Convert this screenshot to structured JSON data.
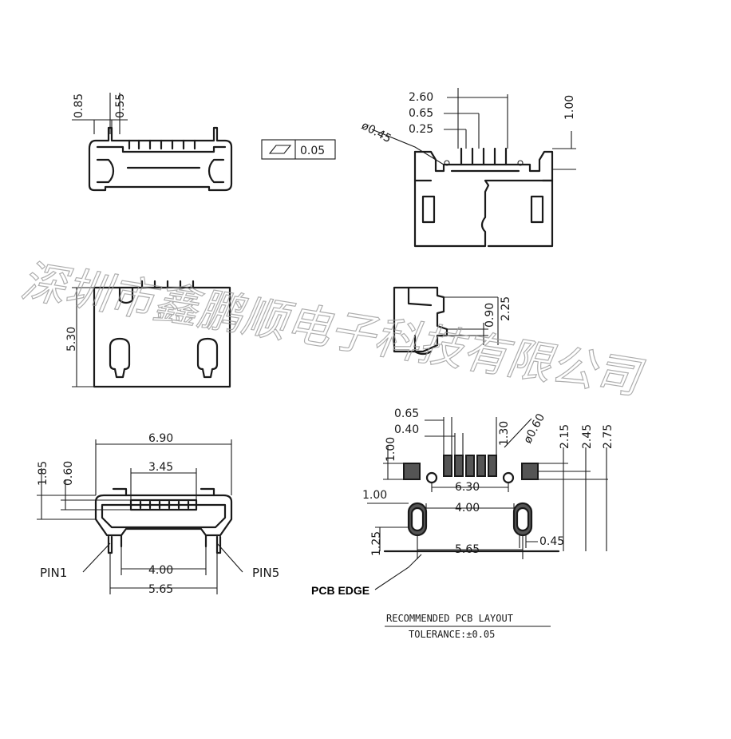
{
  "watermark": "深圳市鑫鹏顺电子科技有限公司",
  "flatness": {
    "value": "0.05"
  },
  "top_view_left": {
    "dims": [
      "0.85",
      "0.55"
    ]
  },
  "top_view_right": {
    "dims": [
      "2.60",
      "0.65",
      "0.25",
      "1.00"
    ],
    "diameter": "ø0.45"
  },
  "front_view": {
    "dims": [
      "5.30"
    ]
  },
  "side_view": {
    "dims": [
      "0.90",
      "2.25"
    ]
  },
  "end_view": {
    "dims": [
      "6.90",
      "3.45",
      "1.85",
      "0.60",
      "4.00",
      "5.65"
    ],
    "pin1": "PIN1",
    "pin5": "PIN5"
  },
  "pcb_layout": {
    "dims": [
      "0.65",
      "0.40",
      "1.30",
      "ø0.60",
      "1.00",
      "2.15",
      "2.45",
      "2.75",
      "6.30",
      "1.00",
      "4.00",
      "1.25",
      "5.65",
      "0.45"
    ],
    "pcb_edge": "PCB EDGE",
    "title": "RECOMMENDED PCB LAYOUT",
    "tolerance": "TOLERANCE:±0.05"
  }
}
